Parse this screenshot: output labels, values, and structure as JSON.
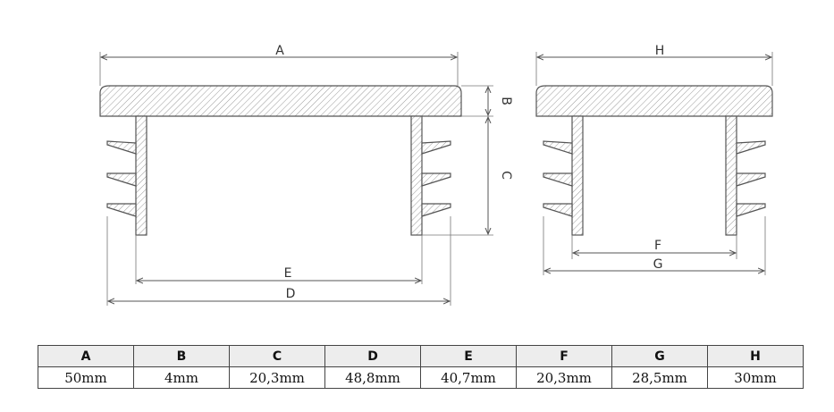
{
  "drawing": {
    "labels": {
      "A": "A",
      "B": "B",
      "C": "C",
      "D": "D",
      "E": "E",
      "F": "F",
      "G": "G",
      "H": "H"
    }
  },
  "table": {
    "headers": [
      "A",
      "B",
      "C",
      "D",
      "E",
      "F",
      "G",
      "H"
    ],
    "values": [
      "50mm",
      "4mm",
      "20,3mm",
      "48,8mm",
      "40,7mm",
      "20,3mm",
      "28,5mm",
      "30mm"
    ]
  }
}
